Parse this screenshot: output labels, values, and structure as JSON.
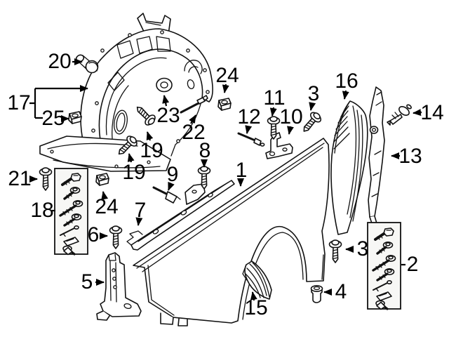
{
  "diagram": {
    "kind": "exploded-parts-diagram",
    "subject": "front-fender-and-liner-assembly",
    "colors": {
      "background": "#ffffff",
      "line": "#111111",
      "label": "#000000"
    },
    "callouts": [
      {
        "label": "20"
      },
      {
        "label": "17"
      },
      {
        "label": "25"
      },
      {
        "label": "23"
      },
      {
        "label": "22"
      },
      {
        "label": "19"
      },
      {
        "label": "19"
      },
      {
        "label": "24"
      },
      {
        "label": "8"
      },
      {
        "label": "9"
      },
      {
        "label": "11"
      },
      {
        "label": "12"
      },
      {
        "label": "10"
      },
      {
        "label": "3"
      },
      {
        "label": "16"
      },
      {
        "label": "14"
      },
      {
        "label": "13"
      },
      {
        "label": "1"
      },
      {
        "label": "21"
      },
      {
        "label": "18"
      },
      {
        "label": "24"
      },
      {
        "label": "6"
      },
      {
        "label": "7"
      },
      {
        "label": "5"
      },
      {
        "label": "15"
      },
      {
        "label": "3"
      },
      {
        "label": "4"
      },
      {
        "label": "2"
      }
    ]
  }
}
